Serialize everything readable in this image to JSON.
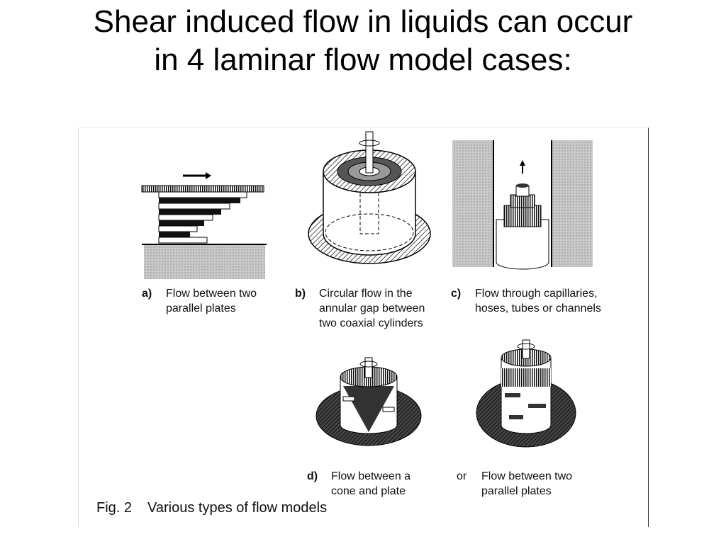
{
  "slide": {
    "title_line1": "Shear induced flow in liquids can occur",
    "title_line2": "in 4 laminar flow model cases:"
  },
  "figure": {
    "caption_label": "Fig. 2",
    "caption_text": "Various types of flow models",
    "panels": {
      "a": {
        "letter": "a)",
        "line1": "Flow between two",
        "line2": "parallel plates"
      },
      "b": {
        "letter": "b)",
        "line1": "Circular flow in the",
        "line2": "annular gap between",
        "line3": "two coaxial cylinders"
      },
      "c": {
        "letter": "c)",
        "line1": "Flow through capillaries,",
        "line2": "hoses, tubes or channels"
      },
      "d": {
        "letter": "d)",
        "line1": "Flow between a",
        "line2": "cone and plate",
        "or": "or",
        "alt_line1": "Flow between two",
        "alt_line2": "parallel plates"
      }
    }
  }
}
